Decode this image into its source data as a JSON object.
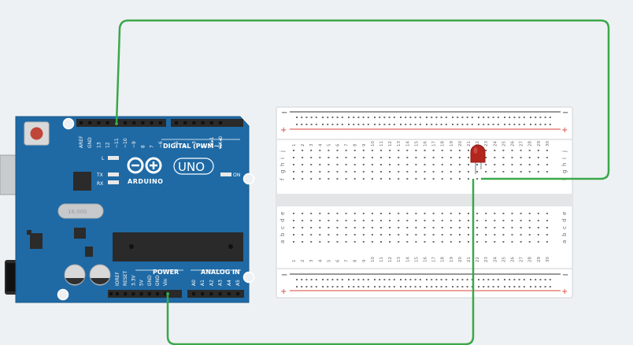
{
  "board": {
    "brand": "ARDUINO",
    "model": "UNO",
    "digital_header": "DIGITAL (PWM~)",
    "power_header": "POWER",
    "analog_header": "ANALOG IN",
    "led_l": "L",
    "led_tx": "TX",
    "led_rx": "RX",
    "led_on": "ON",
    "crystal": "16.000",
    "digital_pins": [
      "AREF",
      "GND",
      "13",
      "12",
      "~11",
      "~10",
      "~9",
      "8",
      "7",
      "~6",
      "~5",
      "4",
      "~3",
      "2",
      "TX▸1",
      "RX◂0"
    ],
    "power_pins": [
      "IOREF",
      "RESET",
      "3.3V",
      "5V",
      "GND",
      "GND",
      "Vin"
    ],
    "analog_pins": [
      "A0",
      "A1",
      "A2",
      "A3",
      "A4",
      "A5"
    ]
  },
  "breadboard": {
    "rail_minus": "−",
    "rail_plus": "+",
    "top_rows": [
      "j",
      "i",
      "h",
      "g",
      "f"
    ],
    "bottom_rows": [
      "e",
      "d",
      "c",
      "b",
      "a"
    ],
    "columns": [
      "1",
      "2",
      "3",
      "4",
      "5",
      "6",
      "7",
      "8",
      "9",
      "10",
      "11",
      "12",
      "13",
      "14",
      "15",
      "16",
      "17",
      "18",
      "19",
      "20",
      "21",
      "22",
      "23",
      "24",
      "25",
      "26",
      "27",
      "28",
      "29",
      "30"
    ]
  },
  "colors": {
    "background": "#eef1f3",
    "board": "#1f6aa5",
    "wire": "#3aa84a",
    "led": "#b3261e",
    "rail_red": "#d9443a",
    "rail_dark": "#333333"
  }
}
